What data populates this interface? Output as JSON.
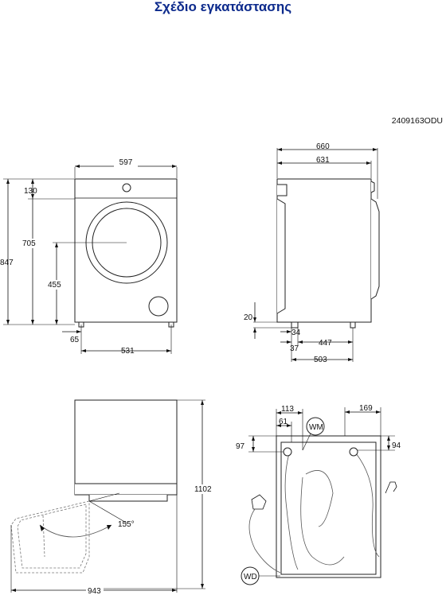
{
  "title": "Σχέδιο εγκατάστασης",
  "code": "2409163ODU",
  "front": {
    "width": "597",
    "height_total": "847",
    "height_top": "130",
    "height_door": "705",
    "height_center": "455",
    "feet_left": "65",
    "feet_span": "531"
  },
  "side": {
    "depth_total": "660",
    "depth_body": "631",
    "foot_height": "20",
    "foot_offset": "34",
    "foot_offset2": "37",
    "foot_span": "447",
    "foot_span2": "503"
  },
  "top": {
    "height_open": "1102",
    "depth_open": "943",
    "angle": "155°"
  },
  "rear": {
    "dim_113": "113",
    "dim_61": "61",
    "dim_169": "169",
    "dim_97": "97",
    "dim_94": "94",
    "label_wm": "WM",
    "label_wd": "WD"
  }
}
